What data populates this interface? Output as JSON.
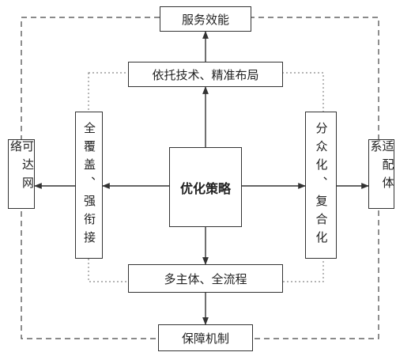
{
  "nodes": {
    "service_efficiency": "服务效能",
    "rely_on_tech": "依托技术、精准布局",
    "diversified": "分众化、复合化",
    "full_coverage": "全覆盖、强衔接",
    "reachable_network": "可达网络",
    "adaptive_system": "适配体系",
    "optimization_strategy": "优化策略",
    "multi_subject": "多主体、全流程",
    "guarantee_mechanism": "保障机制"
  },
  "colors": {
    "line": "#333333",
    "dashed": "#444444",
    "dotted": "#888888",
    "background": "#ffffff"
  }
}
